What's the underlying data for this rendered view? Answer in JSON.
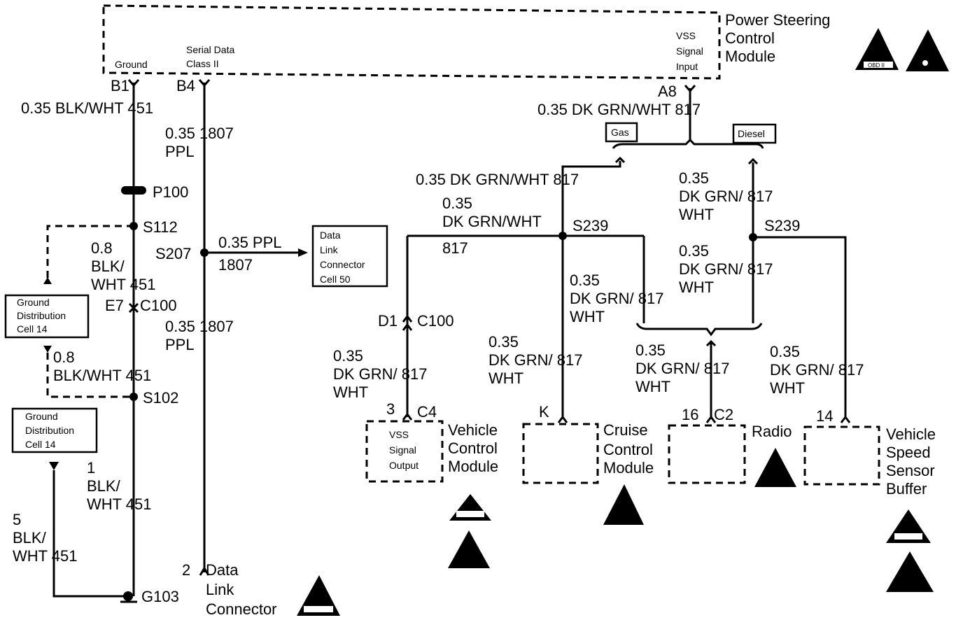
{
  "modules": {
    "power_steering": {
      "title": [
        "Power Steering",
        "Control",
        "Module"
      ],
      "pins": {
        "ground": "Ground",
        "serial": [
          "Serial Data",
          "Class II"
        ],
        "vss": [
          "VSS",
          "Signal",
          "Input"
        ]
      }
    },
    "vehicle_control": {
      "title": [
        "Vehicle",
        "Control",
        "Module"
      ],
      "inner": [
        "VSS",
        "Signal",
        "Output"
      ]
    },
    "cruise_control": {
      "title": [
        "Cruise",
        "Control",
        "Module"
      ]
    },
    "radio": {
      "title": [
        "Radio"
      ]
    },
    "vss_buffer": {
      "title": [
        "Vehicle",
        "Speed",
        "Sensor",
        "Buffer"
      ]
    },
    "dlc": {
      "title": [
        "Data",
        "Link",
        "Connector"
      ]
    }
  },
  "refboxes": {
    "dlc_cell": [
      "Data",
      "Link",
      "Connector",
      "Cell 50"
    ],
    "ground_dist_1": [
      "Ground",
      "Distribution",
      "Cell 14"
    ],
    "ground_dist_2": [
      "Ground",
      "Distribution",
      "Cell 14"
    ],
    "gas": "Gas",
    "diesel": "Diesel"
  },
  "pins": {
    "b1": "B1",
    "b4": "B4",
    "a8": "A8",
    "d1": "D1",
    "c100": "C100",
    "e7": "E7",
    "p3": "3",
    "c4": "C4",
    "k": "K",
    "p16": "16",
    "c2": "C2",
    "p14": "14",
    "p2": "2"
  },
  "splices": {
    "p100": "P100",
    "s112": "S112",
    "s207": "S207",
    "s102": "S102",
    "g103": "G103",
    "s239a": "S239",
    "s239b": "S239"
  },
  "wires": {
    "w451_top": "0.35 BLK/WHT  451",
    "w1807_a": [
      "0.35  1807",
      "PPL"
    ],
    "w1807_b": [
      "0.35  1807",
      "PPL"
    ],
    "w1807_c": [
      "0.35 PPL",
      "1807"
    ],
    "w451_08a": [
      "0.8",
      "BLK/",
      "WHT  451"
    ],
    "w451_08b": [
      "0.8",
      "BLK/WHT  451"
    ],
    "w451_1": [
      "1",
      "BLK/",
      "WHT  451"
    ],
    "w451_5": [
      "5",
      "BLK/",
      "WHT  451"
    ],
    "w817_top": "0.35 DK GRN/WHT  817",
    "w817_gas": "0.35 DK GRN/WHT  817",
    "w817_left": [
      "0.35",
      "DK GRN/WHT",
      "817"
    ],
    "w817_diesel": [
      "0.35",
      "DK GRN/  817",
      "WHT"
    ],
    "w817_diesel2": [
      "0.35",
      "DK GRN/  817",
      "WHT"
    ],
    "w817_mid": [
      "0.35",
      "DK GRN/  817",
      "WHT"
    ],
    "w817_vcm": [
      "0.35",
      "DK GRN/  817",
      "WHT"
    ],
    "w817_ccm": [
      "0.35",
      "DK GRN/  817",
      "WHT"
    ],
    "w817_radio": [
      "0.35",
      "DK GRN/  817",
      "WHT"
    ],
    "w817_buf": [
      "0.35",
      "DK GRN/  817",
      "WHT"
    ]
  },
  "icons": {
    "warning": "esd-warning-icon",
    "obd": "obd-ii-icon",
    "obd_label": "OBD II"
  }
}
